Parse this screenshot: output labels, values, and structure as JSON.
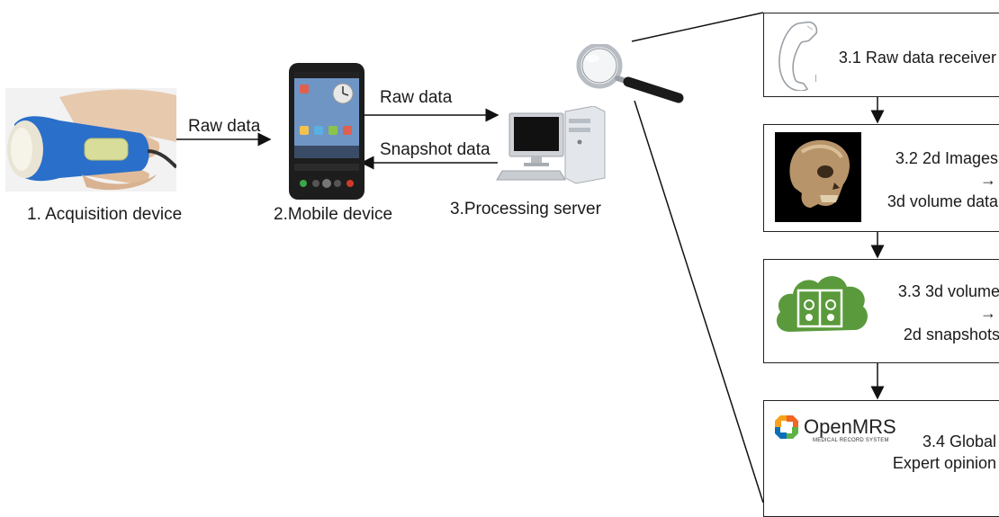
{
  "flow": {
    "acquisition_label": "1. Acquisition device",
    "mobile_label": "2.Mobile device",
    "server_label": "3.Processing server",
    "raw_data_1": "Raw data",
    "raw_data_2": "Raw data",
    "snapshot_data": "Snapshot data"
  },
  "pipeline": {
    "step1": {
      "line1": "3.1 Raw data receiver"
    },
    "step2": {
      "line1": "3.2  2d Images",
      "arrow": "→",
      "line3": "3d volume data"
    },
    "step3": {
      "line1": "3.3   3d volume",
      "arrow": "→",
      "line3": "2d snapshots"
    },
    "step4": {
      "logo_text": "OpenMRS",
      "logo_sub": "MEDICAL RECORD SYSTEM",
      "line1": "3.4   Global",
      "line2": "Expert opinion"
    }
  },
  "colors": {
    "probe_blue": "#2a6fc9",
    "cloud_green": "#5a9a3c",
    "openmrs_orange": "#f26522",
    "openmrs_blue": "#0b6fb8",
    "openmrs_green": "#5fb246"
  }
}
